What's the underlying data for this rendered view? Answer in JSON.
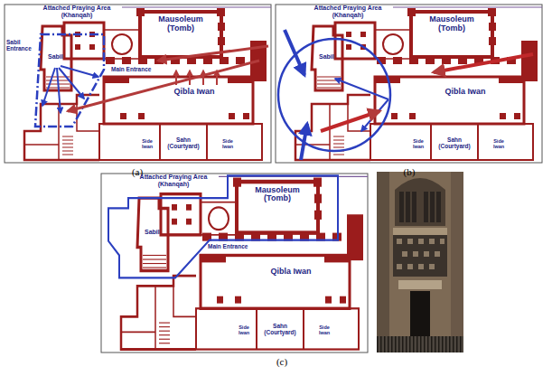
{
  "diagram": {
    "labels": [
      "Attached Praying Area (Khanqah)",
      "Mausoleum (Tomb)",
      "Sabil Entrance",
      "Sabil",
      "Main Entrance",
      "Qibla Iwan",
      "Sahn (Courtyard)",
      "Side Iwan",
      "Side Iwan",
      "(a)",
      "Attached Praying Area (Khanqah)",
      "Mausoleum (Tomb)",
      "Sabil",
      "Qibla Iwan",
      "Sahn (Courtyard)",
      "Side Iwan",
      "Side Iwan",
      "(b)",
      "Attached Praying Area (Khanqah)",
      "Mausoleum (Tomb)",
      "Sabil",
      "Main Entrance",
      "Qibla Iwan",
      "Sahn (Courtyard)",
      "Side Iwan",
      "Side Iwan",
      "(c)"
    ]
  }
}
